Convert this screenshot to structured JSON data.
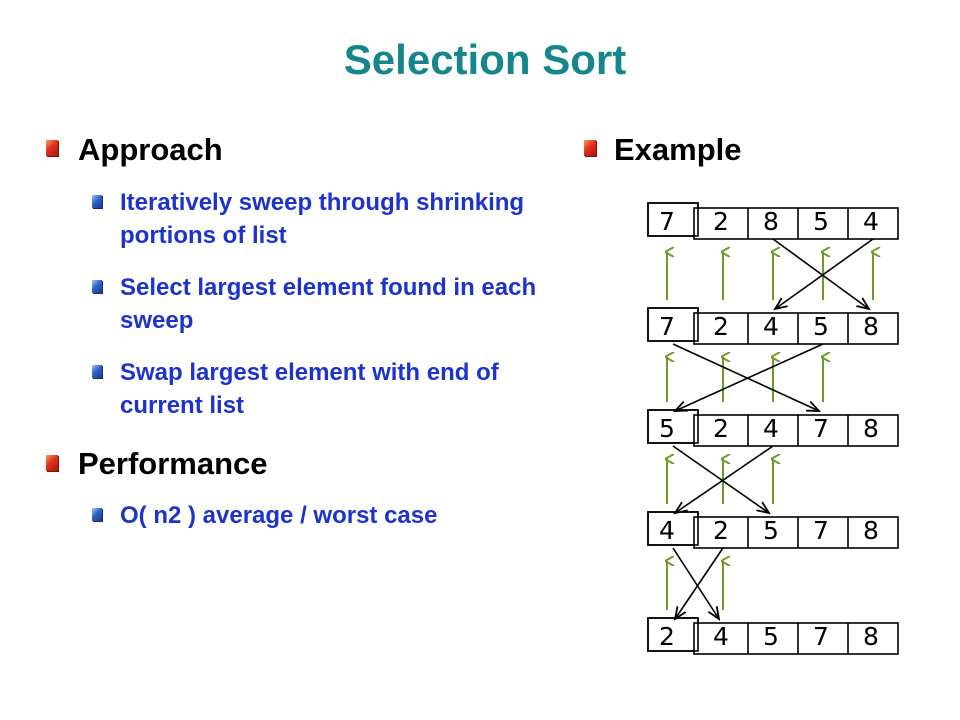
{
  "title": "Selection Sort",
  "left": {
    "approach": {
      "heading": "Approach",
      "items": [
        "Iteratively sweep through shrinking portions of list",
        "Select largest element found in each sweep",
        "Swap largest element with end of current list"
      ]
    },
    "performance": {
      "heading": "Performance",
      "items": [
        "O( n2 ) average / worst case"
      ]
    }
  },
  "example": {
    "heading": "Example",
    "rows": [
      [
        "7",
        "2",
        "8",
        "5",
        "4"
      ],
      [
        "7",
        "2",
        "4",
        "5",
        "8"
      ],
      [
        "5",
        "2",
        "4",
        "7",
        "8"
      ],
      [
        "4",
        "2",
        "5",
        "7",
        "8"
      ],
      [
        "2",
        "4",
        "5",
        "7",
        "8"
      ]
    ],
    "swaps": [
      [
        2,
        4
      ],
      [
        0,
        3
      ],
      [
        0,
        2
      ],
      [
        0,
        1
      ]
    ],
    "scanned": [
      5,
      4,
      3,
      2
    ],
    "colors": {
      "arrow": "#6e9a2c",
      "swap": "#000000",
      "box": "#000000"
    }
  }
}
